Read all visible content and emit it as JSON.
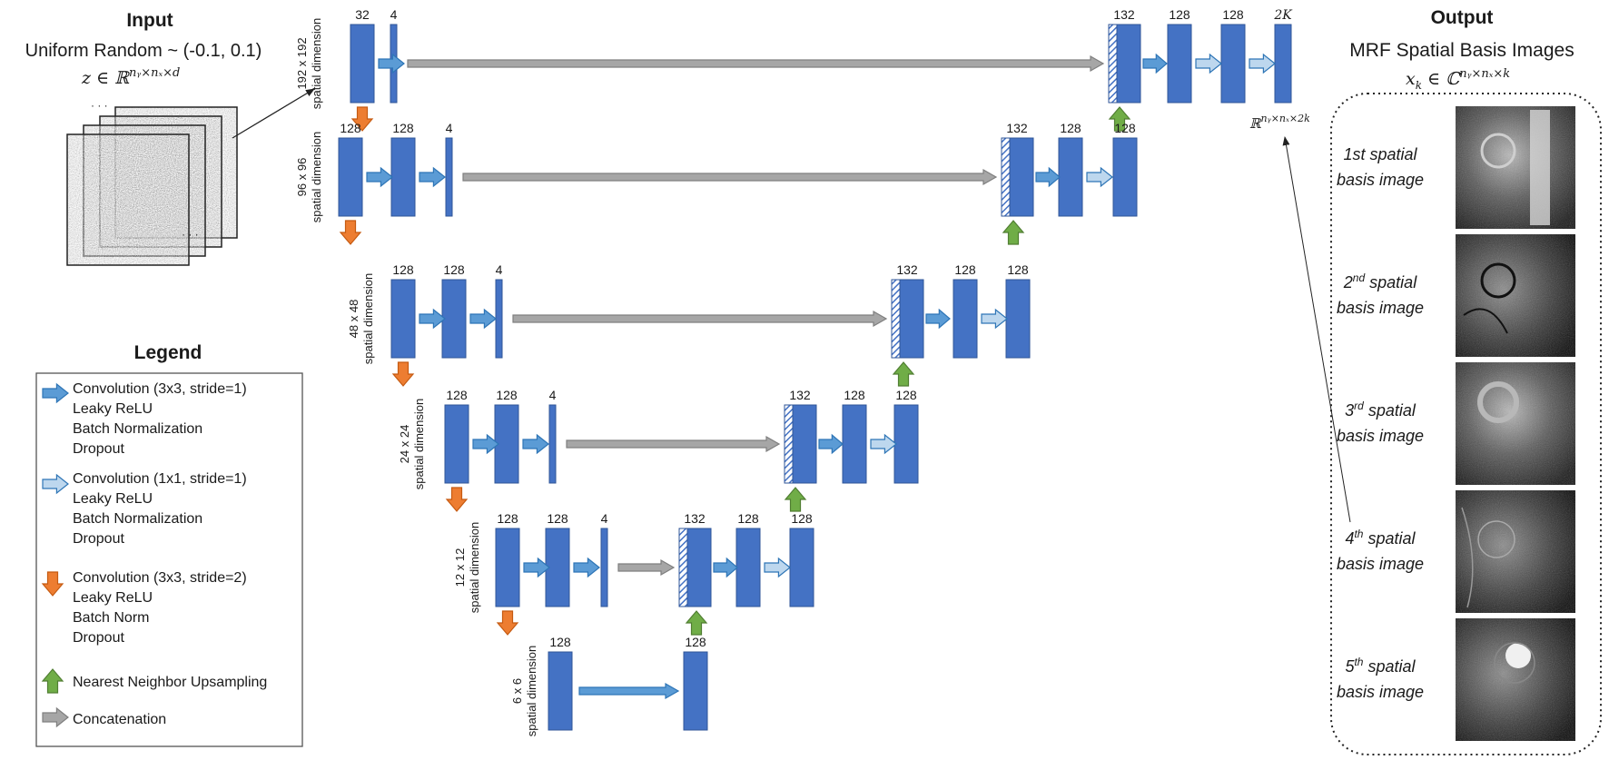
{
  "colors": {
    "block": "#4472c4",
    "block_border": "#2f5597",
    "conv3": "#5b9bd5",
    "conv1": "#bdd7ee",
    "down": "#ed7d31",
    "up": "#70ad47",
    "concat": "#a6a6a6",
    "concat_border": "#7f7f7f"
  },
  "input": {
    "title": "Input",
    "subtitle": "Uniform Random ~ (-0.1, 0.1)",
    "formula": "z ∈ ℝ",
    "formula_sup": "nᵧ×nₓ×d",
    "dots_top": "· · ·",
    "dots_bottom": "· · ·"
  },
  "legend": {
    "title": "Legend",
    "entries": [
      {
        "icon": "conv3x3-arrow-icon",
        "lines": [
          "Convolution (3x3, stride=1)",
          "Leaky ReLU",
          "Batch Normalization",
          "Dropout"
        ]
      },
      {
        "icon": "conv1x1-arrow-icon",
        "lines": [
          "Convolution (1x1, stride=1)",
          "Leaky ReLU",
          "Batch Normalization",
          "Dropout"
        ]
      },
      {
        "icon": "downsample-arrow-icon",
        "lines": [
          "Convolution (3x3, stride=2)",
          "Leaky ReLU",
          "Batch Norm",
          "Dropout"
        ]
      },
      {
        "icon": "upsample-arrow-icon",
        "lines": [
          "Nearest Neighbor Upsampling"
        ]
      },
      {
        "icon": "concat-arrow-icon",
        "lines": [
          "Concatenation"
        ]
      }
    ]
  },
  "levels": [
    {
      "dim_line1": "192 x 192",
      "dim_line2": "spatial dimension",
      "enc": [
        "32",
        "4"
      ],
      "dec": [
        "132",
        "128",
        "128",
        "2K"
      ]
    },
    {
      "dim_line1": "96 x 96",
      "dim_line2": "spatial dimension",
      "enc": [
        "128",
        "128",
        "4"
      ],
      "dec": [
        "132",
        "128",
        "128"
      ]
    },
    {
      "dim_line1": "48 x 48",
      "dim_line2": "spatial dimension",
      "enc": [
        "128",
        "128",
        "4"
      ],
      "dec": [
        "132",
        "128",
        "128"
      ]
    },
    {
      "dim_line1": "24 x 24",
      "dim_line2": "spatial dimension",
      "enc": [
        "128",
        "128",
        "4"
      ],
      "dec": [
        "132",
        "128",
        "128"
      ]
    },
    {
      "dim_line1": "12 x 12",
      "dim_line2": "spatial dimension",
      "enc": [
        "128",
        "128",
        "4"
      ],
      "dec": [
        "132",
        "128",
        "128"
      ]
    },
    {
      "dim_line1": "6 x 6",
      "dim_line2": "spatial dimension",
      "enc": [
        "128"
      ],
      "dec": [
        "128"
      ]
    }
  ],
  "output_label": {
    "base": "ℝ",
    "sup": "nᵧ×nₓ×2k"
  },
  "output": {
    "title": "Output",
    "subtitle": "MRF Spatial Basis Images",
    "formula_base": "x",
    "formula_sub": "k",
    "formula_rest": " ∈ ℂ",
    "formula_sup": "nᵧ×nₓ×k",
    "basis": [
      {
        "num": "1st",
        "line1": " spatial",
        "line2": "basis image",
        "sup": false
      },
      {
        "num": "2",
        "suffix": "nd",
        "line1": " spatial",
        "line2": "basis image",
        "sup": true
      },
      {
        "num": "3",
        "suffix": "rd",
        "line1": " spatial",
        "line2": "basis image",
        "sup": true
      },
      {
        "num": "4",
        "suffix": "th",
        "line1": " spatial",
        "line2": "basis image",
        "sup": true
      },
      {
        "num": "5",
        "suffix": "th",
        "line1": " spatial",
        "line2": "basis image",
        "sup": true
      }
    ]
  }
}
